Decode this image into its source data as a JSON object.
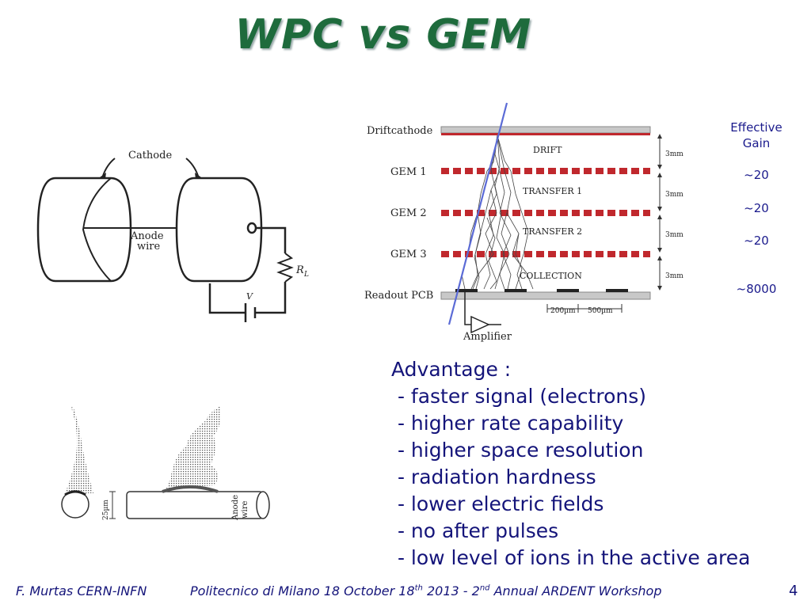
{
  "slide": {
    "title": "WPC vs GEM",
    "page_number": "4"
  },
  "wire_figure": {
    "cathode_label": "Cathode",
    "anode_label_1": "Anode",
    "anode_label_2": "wire",
    "resistor_label": "R",
    "resistor_sub": "L",
    "voltage_label": "V"
  },
  "avalanche_figure": {
    "size_label": "25µm",
    "anode_label_1": "Anode",
    "anode_label_2": "wire"
  },
  "gem_figure": {
    "driftcathode": "Driftcathode",
    "gem1": "GEM 1",
    "gem2": "GEM 2",
    "gem3": "GEM 3",
    "readout": "Readout PCB",
    "drift": "DRIFT",
    "transfer1": "TRANSFER 1",
    "transfer2": "TRANSFER 2",
    "collection": "COLLECTION",
    "gap1": "3mm",
    "gap2": "3mm",
    "gap3": "3mm",
    "gap4": "3mm",
    "pitch1": "200µm",
    "pitch2": "500µm",
    "amplifier": "Amplifier",
    "line_color": "#5b6bd6",
    "gem_color": "#c0282d"
  },
  "gain": {
    "header_1": "Effective",
    "header_2": "Gain",
    "values": [
      "~20",
      "~20",
      "~20",
      "~8000"
    ]
  },
  "advantages": {
    "heading": "Advantage :",
    "items": [
      " - faster signal (electrons)",
      " - higher rate capability",
      " - higher space resolution",
      " - radiation hardness",
      " - lower electric fields",
      " - no after pulses",
      " - low level of ions in the active area"
    ]
  },
  "footer": {
    "author": "F. Murtas CERN-INFN",
    "event_a": "Politecnico di Milano 18 October 18",
    "event_sup1": "th",
    "event_b": " 2013 - 2",
    "event_sup2": "nd",
    "event_c": " Annual ARDENT Workshop"
  }
}
